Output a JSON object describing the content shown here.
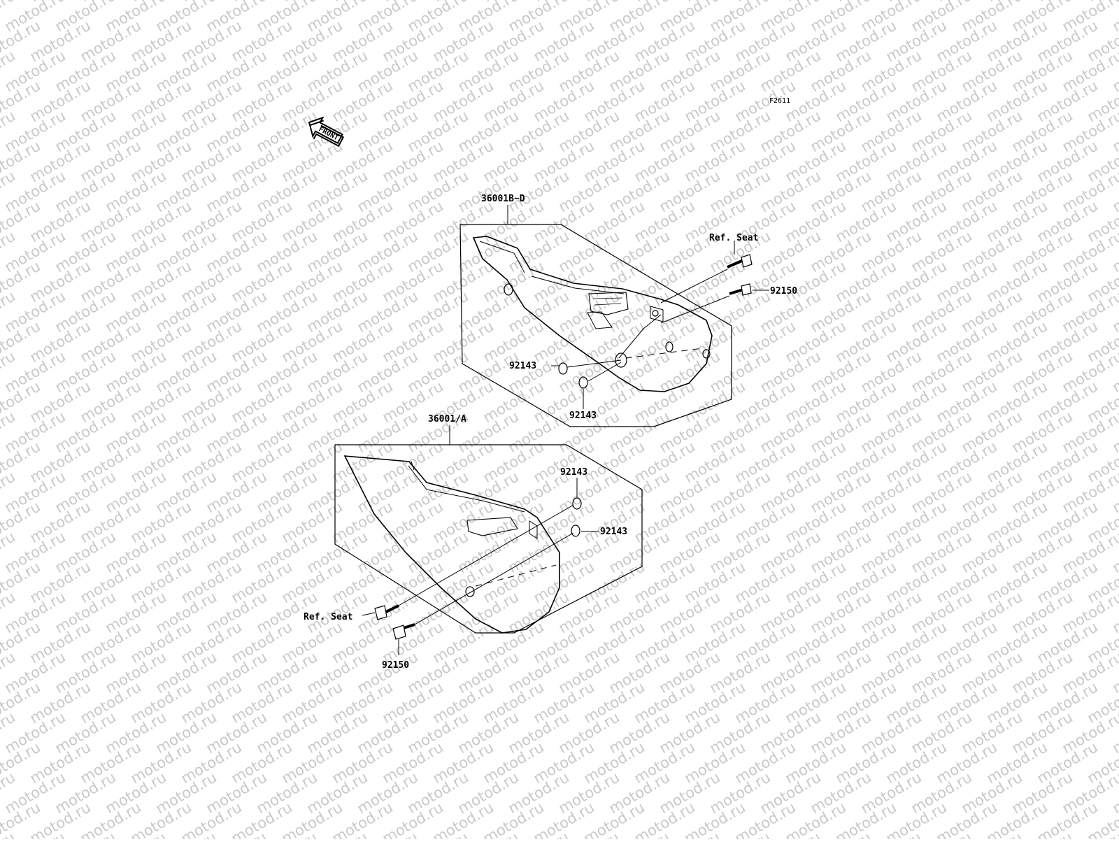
{
  "watermark": "motod.ru",
  "figure_code": "F2611",
  "front_arrow": "FRONT",
  "labels": {
    "upper_cover": "36001B~D",
    "upper_ref_seat": "Ref. Seat",
    "upper_bolt": "92150",
    "upper_collar_left": "92143",
    "upper_collar_bottom": "92143",
    "lower_cover": "36001/A",
    "lower_collar_top": "92143",
    "lower_collar_right": "92143",
    "lower_ref_seat": "Ref. Seat",
    "lower_bolt": "92150"
  }
}
